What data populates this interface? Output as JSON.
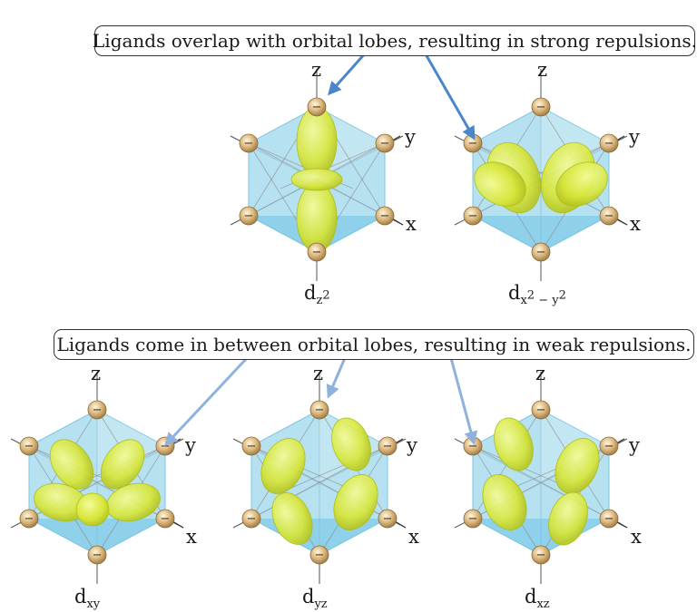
{
  "callouts": {
    "strong": "Ligands overlap with orbital lobes, resulting in strong repulsions.",
    "weak": "Ligands come in between orbital lobes, resulting in weak repulsions."
  },
  "axes": {
    "z": "z",
    "y": "y",
    "x": "x"
  },
  "orbitals": [
    {
      "base": "d",
      "label_sub": "z",
      "label_sup": "2",
      "shape": "dz2"
    },
    {
      "base": "d",
      "label_sub": "x",
      "label_sup": "2",
      "label_extra": "− y",
      "label_extra_sup": "2",
      "shape": "dx2y2"
    },
    {
      "base": "d",
      "label_sub": "xy",
      "shape": "dxy"
    },
    {
      "base": "d",
      "label_sub": "yz",
      "shape": "dyz"
    },
    {
      "base": "d",
      "label_sub": "xz",
      "shape": "dxz"
    }
  ],
  "ligand_charge": "−",
  "colors": {
    "octahedron": "#a9dcef",
    "octahedron_dark": "#6fc3e4",
    "lobe": "#d6e63a",
    "lobe_dark": "#aebe1e",
    "ligand": "#d8b47a",
    "arrow_strong": "#4a86c8",
    "arrow_weak": "#8fb2dc"
  }
}
